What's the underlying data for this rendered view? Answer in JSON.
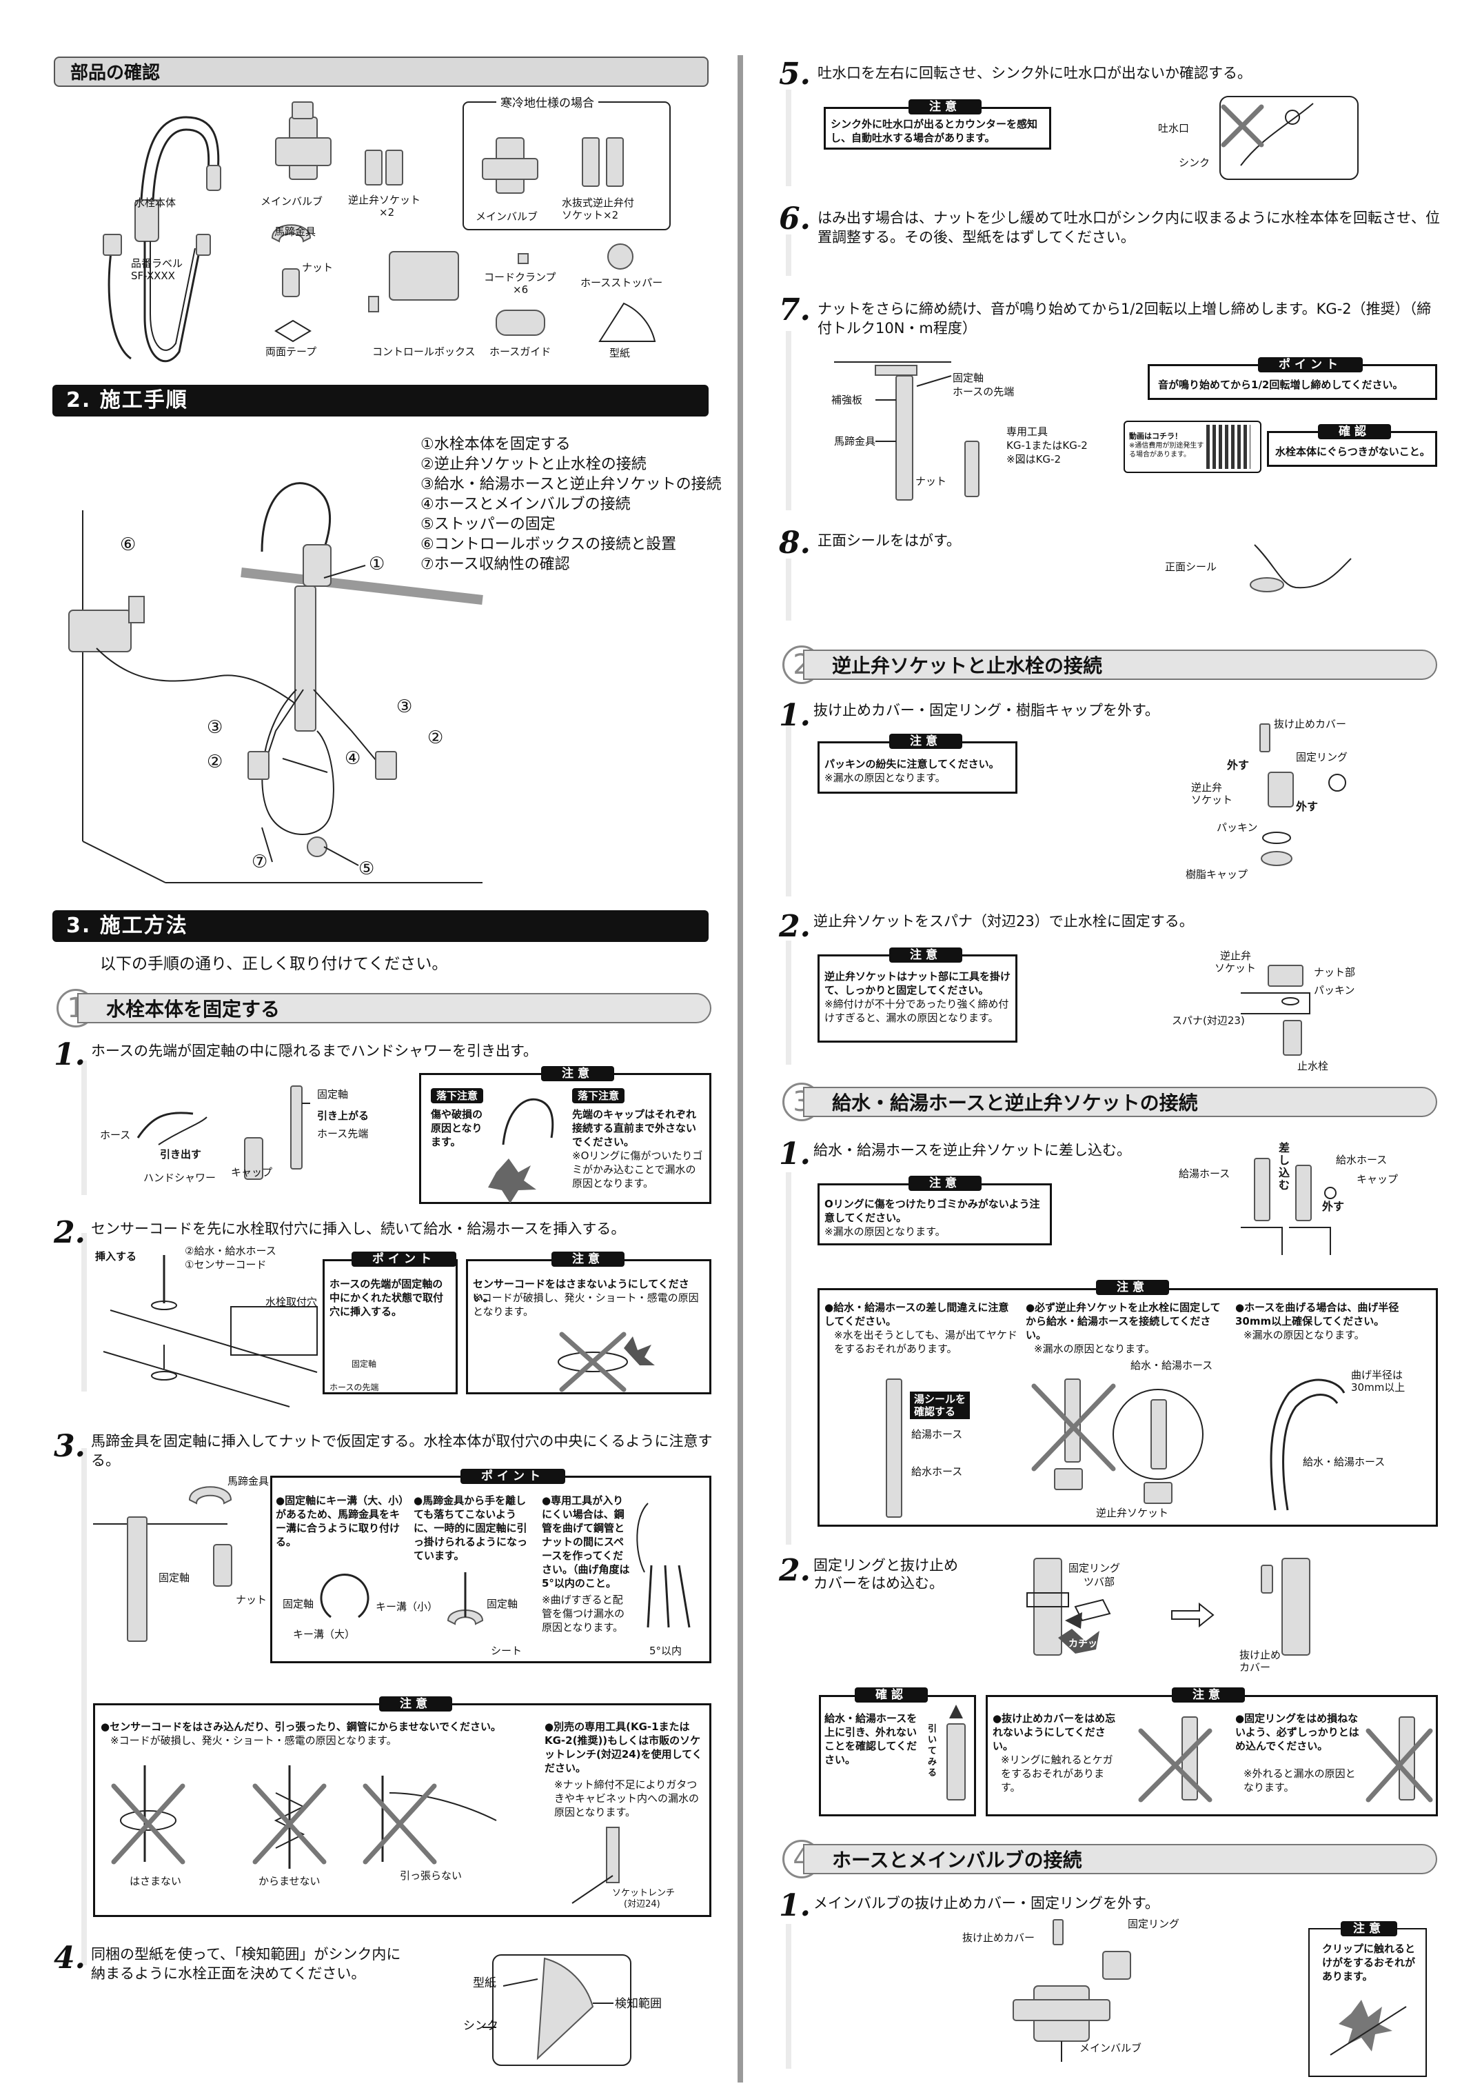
{
  "parts": {
    "header": "部品の確認",
    "faucet_body": "水栓本体",
    "model_label_l1": "品番ラベル",
    "model_label_l2": "SF-XXXX",
    "main_valve": "メインバルブ",
    "check_valve_l1": "逆止弁ソケット",
    "check_valve_l2": "×2",
    "horseshoe": "馬蹄金具",
    "nut": "ナット",
    "cord_clamp_l1": "コードクランプ",
    "cord_clamp_l2": "×6",
    "hose_stopper": "ホースストッパー",
    "double_tape": "両面テープ",
    "control_box": "コントロールボックス",
    "hose_guide": "ホースガイド",
    "template": "型紙",
    "cold_title": "寒冷地仕様の場合",
    "cold_main_valve": "メインバルブ",
    "cold_socket_l1": "水抜式逆止弁付",
    "cold_socket_l2": "ソケット×2"
  },
  "procedure": {
    "header": "2. 施工手順",
    "items": [
      "①水栓本体を固定する",
      "②逆止弁ソケットと止水栓の接続",
      "③給水・給湯ホースと逆止弁ソケットの接続",
      "④ホースとメインバルブの接続",
      "⑤ストッパーの固定",
      "⑥コントロールボックスの接続と設置",
      "⑦ホース収納性の確認"
    ],
    "callouts": [
      "①",
      "②",
      "③",
      "④",
      "⑤",
      "⑥",
      "⑦",
      "②",
      "③"
    ]
  },
  "method": {
    "header": "3. 施工方法",
    "intro": "以下の手順の通り、正しく取り付けてください。"
  },
  "sec1": {
    "num": "1",
    "title": "水栓本体を固定する",
    "s1": {
      "num": "1.",
      "text": "ホースの先端が固定軸の中に隠れるまでハンドシャワーを引き出す。",
      "hose": "ホース",
      "pull": "引き出す",
      "hand_shower": "ハンドシャワー",
      "cap": "キャップ",
      "fixed_shaft": "固定軸",
      "pull_up": "引き上がる",
      "hose_tip": "ホース先端",
      "caution_tag": "注意",
      "fall1_tag": "落下注意",
      "fall1_text": "傷や破損の原因となります。",
      "fall2_tag": "落下注意",
      "fall2_text": "先端のキャップはそれぞれ接続する直前まで外さないでください。",
      "fall2_note": "※Oリングに傷がついたりゴミがかみ込むことで漏水の原因となります。"
    },
    "s2": {
      "num": "2.",
      "text": "センサーコードを先に水栓取付穴に挿入し、続いて給水・給湯ホースを挿入する。",
      "insert": "挿入する",
      "hose_label": "②給水・給水ホース",
      "sensor_label": "①センサーコード",
      "hole": "水栓取付穴",
      "point_tag": "ポイント",
      "point_text": "ホースの先端が固定軸の中にかくれた状態で取付穴に挿入する。",
      "shaft": "固定軸",
      "hose_tip": "ホースの先端",
      "caution_tag": "注意",
      "caution_text": "センサーコードをはさまないようにしてください。",
      "caution_note": "※コードが破損し、発火・ショート・感電の原因となります。"
    },
    "s3": {
      "num": "3.",
      "text": "馬蹄金具を固定軸に挿入してナットで仮固定する。水栓本体が取付穴の中央にくるように注意する。",
      "horseshoe": "馬蹄金具",
      "fixed_shaft": "固定軸",
      "nut": "ナット",
      "point_tag": "ポイント",
      "p1": "●固定軸にキー溝（大、小）があるため、馬蹄金具をキー溝に合うように取り付ける。",
      "p2": "●馬蹄金具から手を離しても落ちてこないように、一時的に固定軸に引っ掛けられるようになっています。",
      "p3": "●専用工具が入りにくい場合は、鋼管を曲げて鋼管とナットの間にスペースを作ってください。（曲げ角度は5°以内のこと。",
      "p3_note": "※曲げすぎると配管を傷つけ漏水の原因となります。",
      "p_shaft": "固定軸",
      "key_big": "キー溝（大）",
      "key_small": "キー溝（小）",
      "sheet": "シート",
      "angle": "5°以内",
      "caution_tag": "注意",
      "c1": "●センサーコードをはさみ込んだり、引っ張ったり、鋼管にからませないでください。",
      "c1_note": "※コードが破損し、発火・ショート・感電の原因となります。",
      "c2": "●別売の専用工具(KG-1またはKG-2(推奨))もしくは市販のソケットレンチ(対辺24)を使用してください。",
      "c2_note": "※ナット締付不足によりガタつきやキャビネット内への漏水の原因となります。",
      "no_pinch": "はさまない",
      "no_tangle": "からませない",
      "no_pull": "引っ張らない",
      "wrench_l1": "ソケットレンチ",
      "wrench_l2": "(対辺24)"
    },
    "s4": {
      "num": "4.",
      "text": "同梱の型紙を使って、「検知範囲」がシンク内に納まるように水栓正面を決めてください。",
      "template": "型紙",
      "sink": "シンク",
      "range": "検知範囲"
    },
    "s5": {
      "num": "5.",
      "text": "吐水口を左右に回転させ、シンク外に吐水口が出ないか確認する。",
      "caution_tag": "注意",
      "caution_text": "シンク外に吐水口が出るとカウンターを感知し、自動吐水する場合があります。",
      "spout": "吐水口",
      "sink": "シンク"
    },
    "s6": {
      "num": "6.",
      "text": "はみ出す場合は、ナットを少し緩めて吐水口がシンク内に収まるように水栓本体を回転させ、位置調整する。その後、型紙をはずしてください。"
    },
    "s7": {
      "num": "7.",
      "text": "ナットをさらに締め続け、音が鳴り始めてから1/2回転以上増し締めします。KG-2（推奨）（締付トルク10N・m程度）",
      "fixed_shaft": "固定軸",
      "hose_tip": "ホースの先端",
      "reinforce": "補強板",
      "horseshoe": "馬蹄金具",
      "tool_l1": "専用工具",
      "tool_l2": "KG-1またはKG-2",
      "tool_l3": "※図はKG-2",
      "nut": "ナット",
      "point_tag": "ポイント",
      "point_text": "音が鳴り始めてから1/2回転増し締めしてください。",
      "video_l1": "動画はコチラ！",
      "video_l2": "※通信費用が別途発生する場合があります。",
      "confirm_tag": "確認",
      "confirm_text": "水栓本体にぐらつきがないこと。"
    },
    "s8": {
      "num": "8.",
      "text": "正面シールをはがす。",
      "seal": "正面シール"
    }
  },
  "sec2": {
    "num": "2",
    "title": "逆止弁ソケットと止水栓の接続",
    "s1": {
      "num": "1.",
      "text": "抜け止めカバー・固定リング・樹脂キャップを外す。",
      "caution_tag": "注意",
      "caution_text": "パッキンの紛失に注意してください。",
      "caution_note": "※漏水の原因となります。",
      "cover": "抜け止めカバー",
      "ring": "固定リング",
      "remove1": "外す",
      "remove2": "外す",
      "socket_l1": "逆止弁",
      "socket_l2": "ソケット",
      "packing": "パッキン",
      "resin_cap": "樹脂キャップ"
    },
    "s2": {
      "num": "2.",
      "text": "逆止弁ソケットをスパナ（対辺23）で止水栓に固定する。",
      "caution_tag": "注意",
      "caution_text": "逆止弁ソケットはナット部に工具を掛けて、しっかりと固定してください。",
      "caution_note": "※締付けが不十分であったり強く締め付けすぎると、漏水の原因となります。",
      "socket_l1": "逆止弁",
      "socket_l2": "ソケット",
      "nut_part": "ナット部",
      "packing": "パッキン",
      "spanner": "スパナ(対辺23)",
      "stop_valve": "止水栓"
    }
  },
  "sec3": {
    "num": "3",
    "title": "給水・給湯ホースと逆止弁ソケットの接続",
    "s1": {
      "num": "1.",
      "text": "給水・給湯ホースを逆止弁ソケットに差し込む。",
      "caution_tag": "注意",
      "caution_text": "Oリングに傷をつけたりゴミかみがないよう注意してください。",
      "caution_note": "※漏水の原因となります。",
      "hot_hose": "給湯ホース",
      "insert": "差し込む",
      "cold_hose": "給水ホース",
      "cap": "キャップ",
      "remove": "外す"
    },
    "caution2": {
      "tag": "注意",
      "a": "●給水・給湯ホースの差し間違えに注意してください。",
      "a_note": "※水を出そうとしても、湯が出てヤケドをするおそれがあります。",
      "b": "●必ず逆止弁ソケットを止水栓に固定してから給水・給湯ホースを接続してください。",
      "b_note": "※漏水の原因となります。",
      "c": "●ホースを曲げる場合は、曲げ半径30mm以上確保してください。",
      "c_note": "※漏水の原因となります。",
      "seal_l1": "湯シールを",
      "seal_l2": "確認する",
      "hot_hose": "給湯ホース",
      "cold_hose": "給水ホース",
      "hose_pair": "給水・給湯ホース",
      "socket": "逆止弁ソケット",
      "radius_l1": "曲げ半径は",
      "radius_l2": "30mm以上",
      "hose_pair2": "給水・給湯ホース"
    },
    "s2": {
      "num": "2.",
      "text_l1": "固定リングと抜け止め",
      "text_l2": "カバーをはめ込む。",
      "ring": "固定リング",
      "tab": "ツバ部",
      "click": "カチッ",
      "cover_l1": "抜け止め",
      "cover_l2": "カバー"
    },
    "confirm": {
      "tag": "確認",
      "text": "給水・給湯ホースを上に引き、外れないことを確認してください。",
      "pull": "引いてみる"
    },
    "caution3": {
      "tag": "注意",
      "a": "●抜け止めカバーをはめ忘れないようにしてください。",
      "a_note": "※リングに触れるとケガをするおそれがあります。",
      "b": "●固定リングをはめ損ねないよう、必ずしっかりとはめ込んでください。",
      "b_note": "※外れると漏水の原因となります。"
    }
  },
  "sec4": {
    "num": "4",
    "title": "ホースとメインバルブの接続",
    "s1": {
      "num": "1.",
      "text": "メインバルブの抜け止めカバー・固定リングを外す。",
      "cover": "抜け止めカバー",
      "ring": "固定リング",
      "valve": "メインバルブ",
      "caution_tag": "注意",
      "caution_text": "クリップに触れるとけがをするおそれがあります。"
    }
  }
}
